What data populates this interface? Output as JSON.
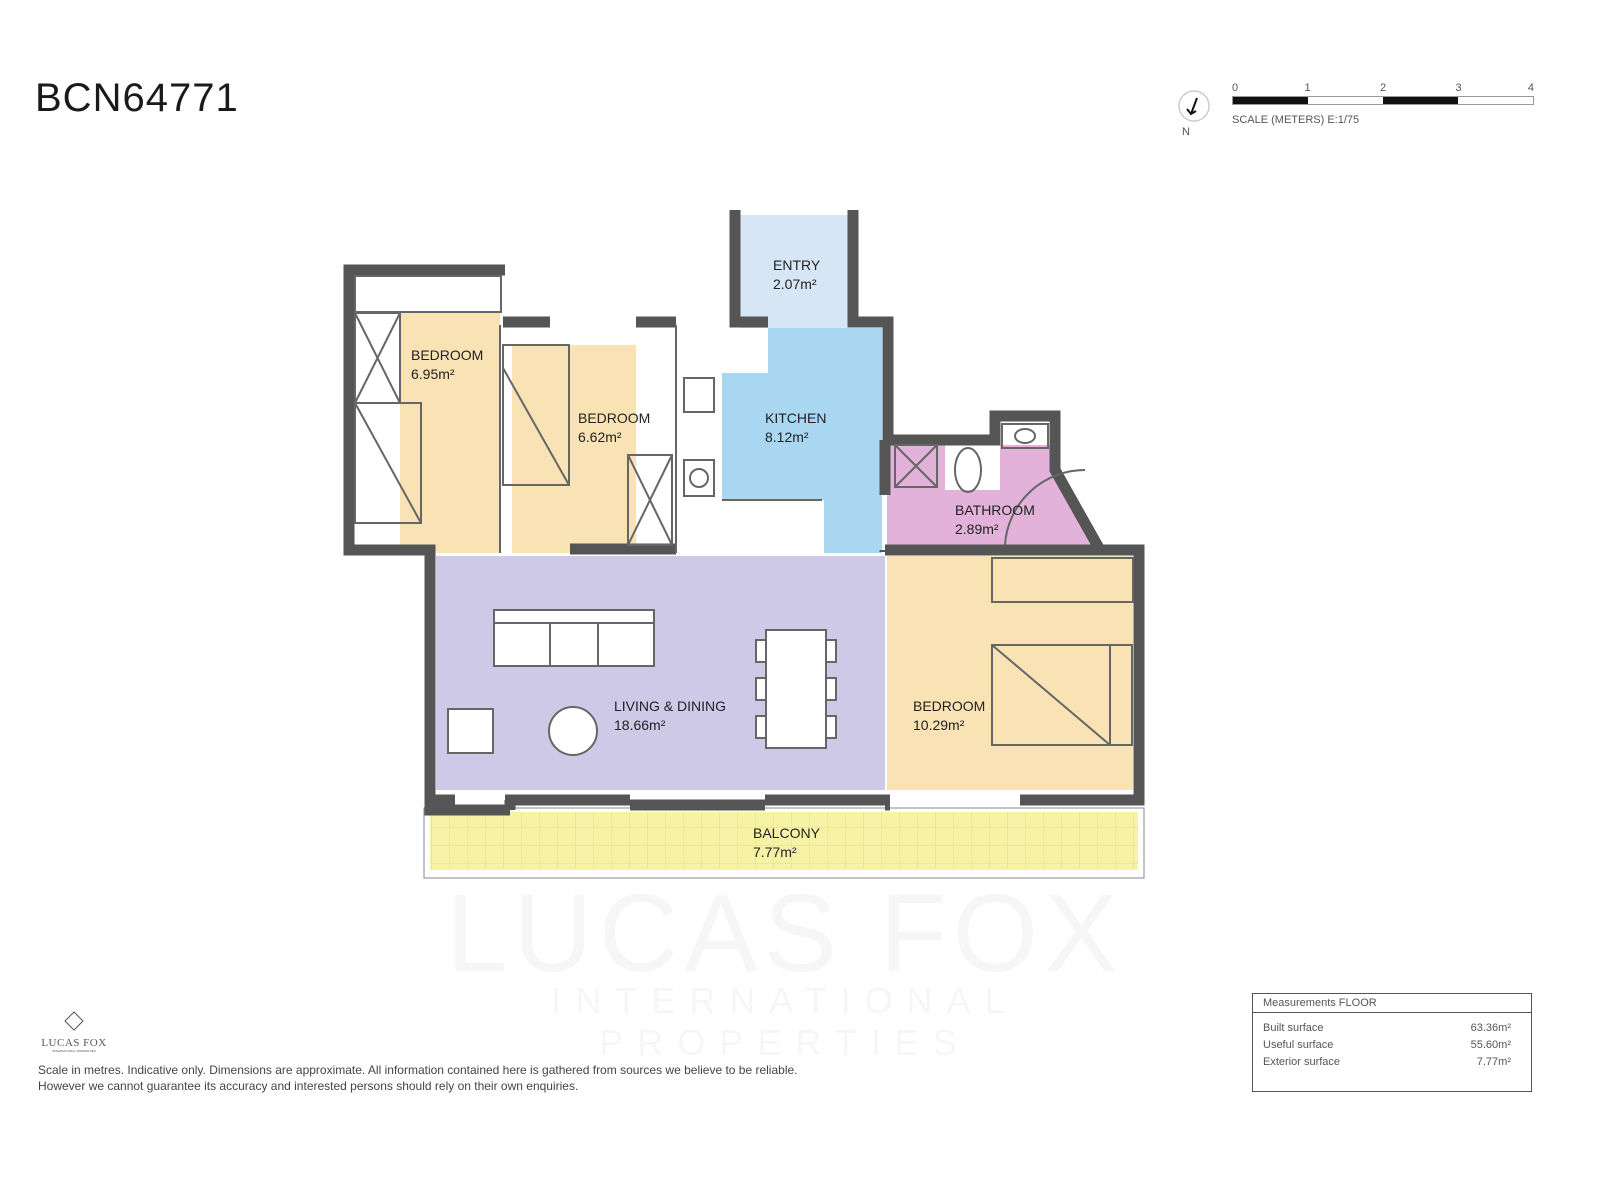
{
  "title": "BCN64771",
  "compass": {
    "label": "N",
    "icon": "north-arrow-icon"
  },
  "scale": {
    "ticks": [
      "0",
      "1",
      "2",
      "3",
      "4"
    ],
    "caption": "SCALE (METERS) E:1/75"
  },
  "rooms": [
    {
      "name": "ENTRY",
      "area": "2.07m²",
      "color": "#d7e6f4"
    },
    {
      "name": "BEDROOM",
      "area": "6.95m²",
      "color": "#f9e3b4"
    },
    {
      "name": "BEDROOM",
      "area": "6.62m²",
      "color": "#f9e3b4"
    },
    {
      "name": "KITCHEN",
      "area": "8.12m²",
      "color": "#a9d6f1"
    },
    {
      "name": "BATHROOM",
      "area": "2.89m²",
      "color": "#e2b2da"
    },
    {
      "name": "LIVING & DINING",
      "area": "18.66m²",
      "color": "#cdc9e7"
    },
    {
      "name": "BEDROOM",
      "area": "10.29m²",
      "color": "#f9e3b4"
    },
    {
      "name": "BALCONY",
      "area": "7.77m²",
      "color": "#f7f3a6"
    }
  ],
  "wall_color": "#555555",
  "measurements": {
    "header": "Measurements FLOOR",
    "rows": [
      {
        "label": "Built surface",
        "value": "63.36m²"
      },
      {
        "label": "Useful surface",
        "value": "55.60m²"
      },
      {
        "label": "Exterior surface",
        "value": "7.77m²"
      }
    ]
  },
  "logo": {
    "name": "LUCAS FOX",
    "sub": "INTERNATIONAL PROPERTIES"
  },
  "watermark": {
    "line1": "LUCAS FOX",
    "line2": "INTERNATIONAL PROPERTIES"
  },
  "disclaimer": {
    "line1": "Scale in metres. Indicative only. Dimensions are approximate. All information contained here is gathered from sources we believe to be reliable.",
    "line2": "However we cannot guarantee its accuracy and interested persons should rely on their own enquiries."
  }
}
